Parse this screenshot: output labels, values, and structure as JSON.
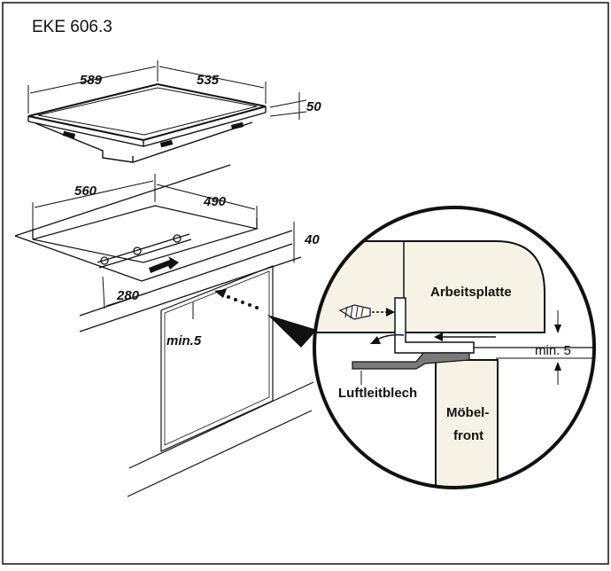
{
  "title": "EKE 606.3",
  "dimensions": {
    "hob_width": "589",
    "hob_depth": "535",
    "hob_height": "50",
    "cutout_width": "560",
    "cutout_depth": "490",
    "worktop_thickness": "40",
    "bracket_offset": "280",
    "min_gap_left": "min.5"
  },
  "detail": {
    "worktop_label": "Arbeitsplatte",
    "min_gap_label": "min. 5",
    "deflector_label": "Luftleitblech",
    "front_label_line1": "Möbel-",
    "front_label_line2": "front"
  },
  "colors": {
    "stroke": "#111111",
    "worktop_fill": "#f6f3e6",
    "plate_fill": "#7a7a7a"
  }
}
